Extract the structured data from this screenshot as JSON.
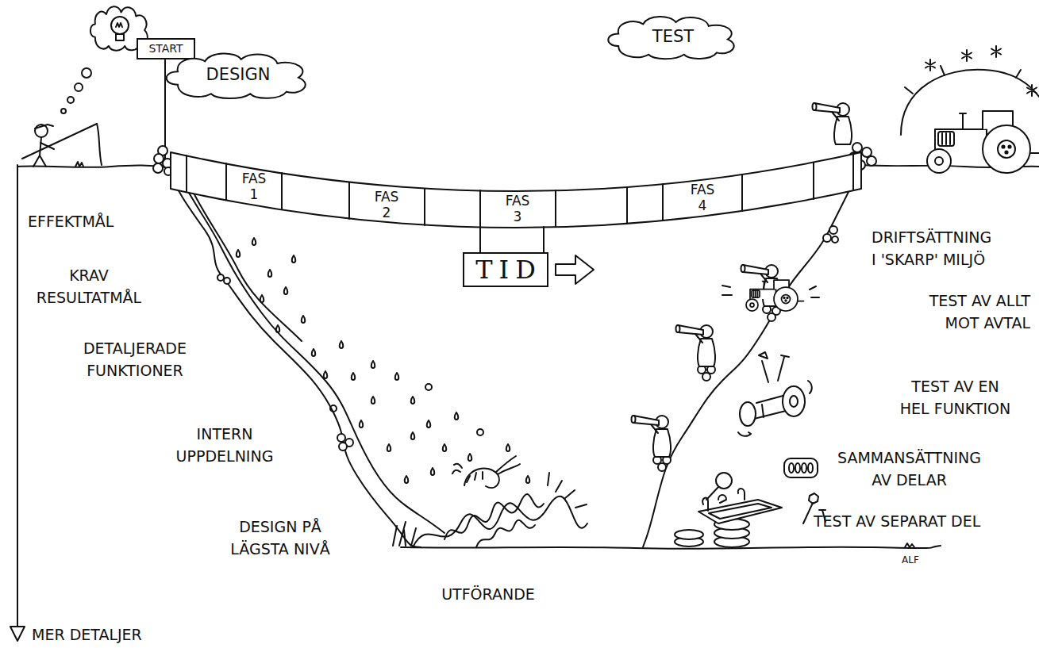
{
  "diagram": {
    "nodes": [
      {
        "text": [
          "START"
        ]
      },
      {
        "text": [
          "DESIGN"
        ]
      },
      {
        "text": [
          "TEST"
        ]
      },
      {
        "text": [
          "FAS 1"
        ]
      },
      {
        "text": [
          "FAS 2"
        ]
      },
      {
        "text": [
          "FAS 3"
        ]
      },
      {
        "text": [
          "FAS 4"
        ]
      },
      {
        "text": [
          "TID"
        ]
      }
    ],
    "labels": [
      "EFFEKTMÅL",
      "KRAV RESULTATMÅL",
      "DETALJERADE FUNKTIONER",
      "INTERN UPPDELNING",
      "DESIGN PÅ LÄGSTA NIVÅ",
      "UTFÖRANDE",
      "MER DETALJER",
      "DRIFTSÄTTNING I 'SKARP' MILJÖ",
      "TEST AV ALLT MOT AVTAL",
      "TEST AV EN HEL FUNKTION",
      "SAMMANSÄTTNING AV DELAR",
      "TEST AV SEPARAT DEL",
      "ALF"
    ]
  }
}
